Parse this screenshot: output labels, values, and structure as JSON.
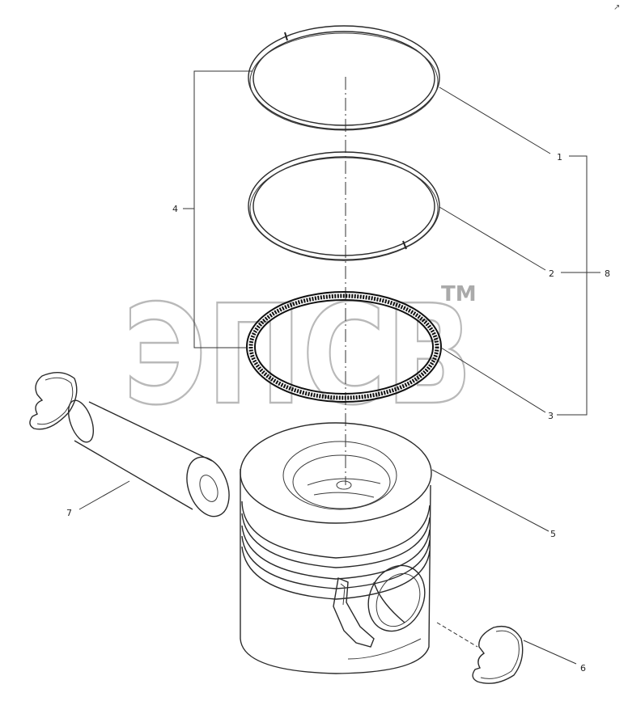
{
  "diagram": {
    "watermark": {
      "text": "ЭПСВ",
      "trademark": "TM"
    },
    "corner_mark": "↗",
    "callouts": [
      {
        "id": "1",
        "label": "1"
      },
      {
        "id": "2",
        "label": "2"
      },
      {
        "id": "3",
        "label": "3"
      },
      {
        "id": "4",
        "label": "4"
      },
      {
        "id": "5",
        "label": "5"
      },
      {
        "id": "6",
        "label": "6"
      },
      {
        "id": "7",
        "label": "7"
      },
      {
        "id": "8",
        "label": "8"
      }
    ],
    "parts": [
      {
        "callout": "1",
        "icon": "top-compression-ring-icon"
      },
      {
        "callout": "2",
        "icon": "second-compression-ring-icon"
      },
      {
        "callout": "3",
        "icon": "oil-control-ring-icon"
      },
      {
        "callout": "5",
        "icon": "piston-icon"
      },
      {
        "callout": "6",
        "icon": "circlip-icon"
      },
      {
        "callout": "7",
        "icon": "piston-pin-icon"
      }
    ],
    "colors": {
      "line": "#2a2a2a",
      "watermark_outline": "#b9b9b9",
      "background": "#ffffff"
    }
  }
}
